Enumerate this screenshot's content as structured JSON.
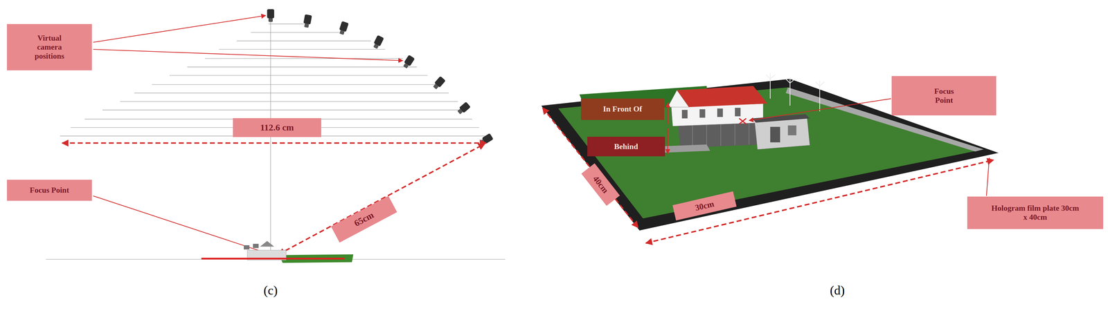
{
  "diagram": {
    "nodes": [
      {
        "text": [
          "Virtual camera positions"
        ]
      },
      {
        "text": [
          "112.6 cm"
        ]
      },
      {
        "text": [
          "65cm"
        ]
      },
      {
        "text": [
          "Focus Point"
        ]
      },
      {
        "text": [
          "In Front Of"
        ]
      },
      {
        "text": [
          "Behind"
        ]
      },
      {
        "text": [
          "Focus Point"
        ]
      },
      {
        "text": [
          "40cm"
        ]
      },
      {
        "text": [
          "30cm"
        ]
      },
      {
        "text": [
          "Hologram film plate 30cm x 40cm"
        ]
      }
    ],
    "edges": [],
    "labels": [
      "(c)",
      "(d)"
    ]
  }
}
